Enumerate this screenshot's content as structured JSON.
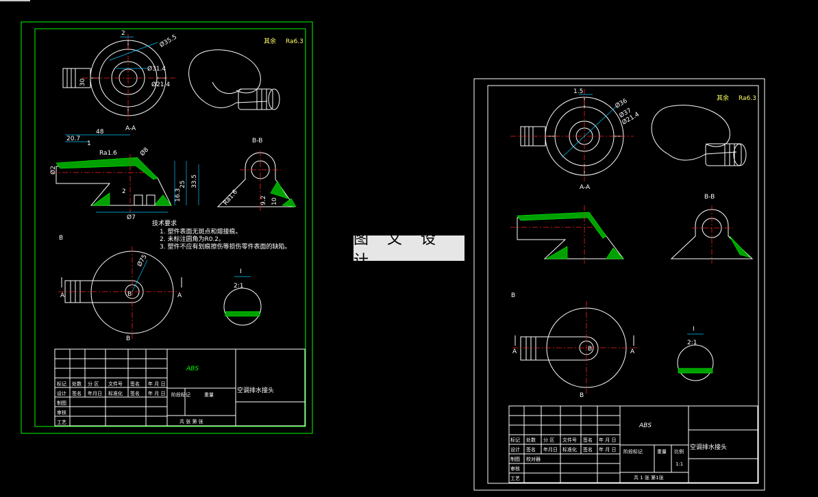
{
  "colors": {
    "bg": "#000000",
    "frame": "#00ff00",
    "line": "#ffffff",
    "center": "#ff2020",
    "dim": "#00c8ff",
    "hatch": "#00d000",
    "label": "#ffffff"
  },
  "watermark": "图 文 设 计",
  "sheets": [
    {
      "roughness": "其余",
      "roughness_value": "Ra6.3",
      "section_aa": "A-A",
      "section_bb": "B-B",
      "tech_title": "技术要求",
      "tech_notes": [
        "1. 塑件表面无斑点和熔接痕。",
        "2. 未标注圆角为R0.2。",
        "3. 塑件不应有划痕擦伤等损伤零件表面的缺陷。"
      ],
      "dims_top": [
        "2",
        "Ø35.5",
        "Ø31.4",
        "30",
        "Ø21.4"
      ],
      "dims_aa": [
        "48",
        "20.7",
        "1",
        "Ra1.6",
        "Ø2",
        "Ø8",
        "2",
        "25",
        "33.5",
        "16.3",
        "Ø7"
      ],
      "dims_bb": [
        "Ra1.6",
        "9.2",
        "10"
      ],
      "dims_bottom": [
        "Ø75"
      ],
      "view_b": "B",
      "view_a": "A",
      "detail_id": "I",
      "detail_scale": "2:1",
      "tb_material": "ABS",
      "tb_title": "空调排水接头",
      "tb_row1": [
        "标记",
        "处数",
        "分 区",
        "文件号",
        "签名",
        "年 月 日"
      ],
      "tb_row2": [
        "设计",
        "签名",
        "年月日",
        "标准化",
        "签名",
        "年 月 日"
      ],
      "tb_row3": [
        "制图"
      ],
      "tb_row4": [
        "审核"
      ],
      "tb_row5": [
        "工艺"
      ],
      "tb_stage": "阶段标记",
      "tb_weight": "重量",
      "tb_sheets": "共 张 第 张"
    },
    {
      "roughness": "其余",
      "roughness_value": "Ra6.3",
      "section_aa": "A-A",
      "section_bb": "B-B",
      "dims_top": [
        "1.5",
        "Ø36",
        "Ø37",
        "Ø21.4"
      ],
      "view_b": "B",
      "view_a": "A",
      "detail_id": "I",
      "detail_scale": "2:1",
      "tb_material": "ABS",
      "tb_title": "空调排水接头",
      "tb_row1": [
        "标记",
        "处数",
        "分 区",
        "文件号",
        "签名",
        "年 月 日"
      ],
      "tb_row2": [
        "设计",
        "签名",
        "年月日",
        "标准化",
        "签名",
        "年 月 日"
      ],
      "tb_row3": [
        "制图",
        "校对器"
      ],
      "tb_row4": [
        "审核"
      ],
      "tb_row5": [
        "工艺"
      ],
      "tb_stage": "阶段标记",
      "tb_weight": "重量",
      "tb_scale_label": "比例",
      "tb_scale": "1:1",
      "tb_sheets": "共 1 张 第1张"
    }
  ]
}
